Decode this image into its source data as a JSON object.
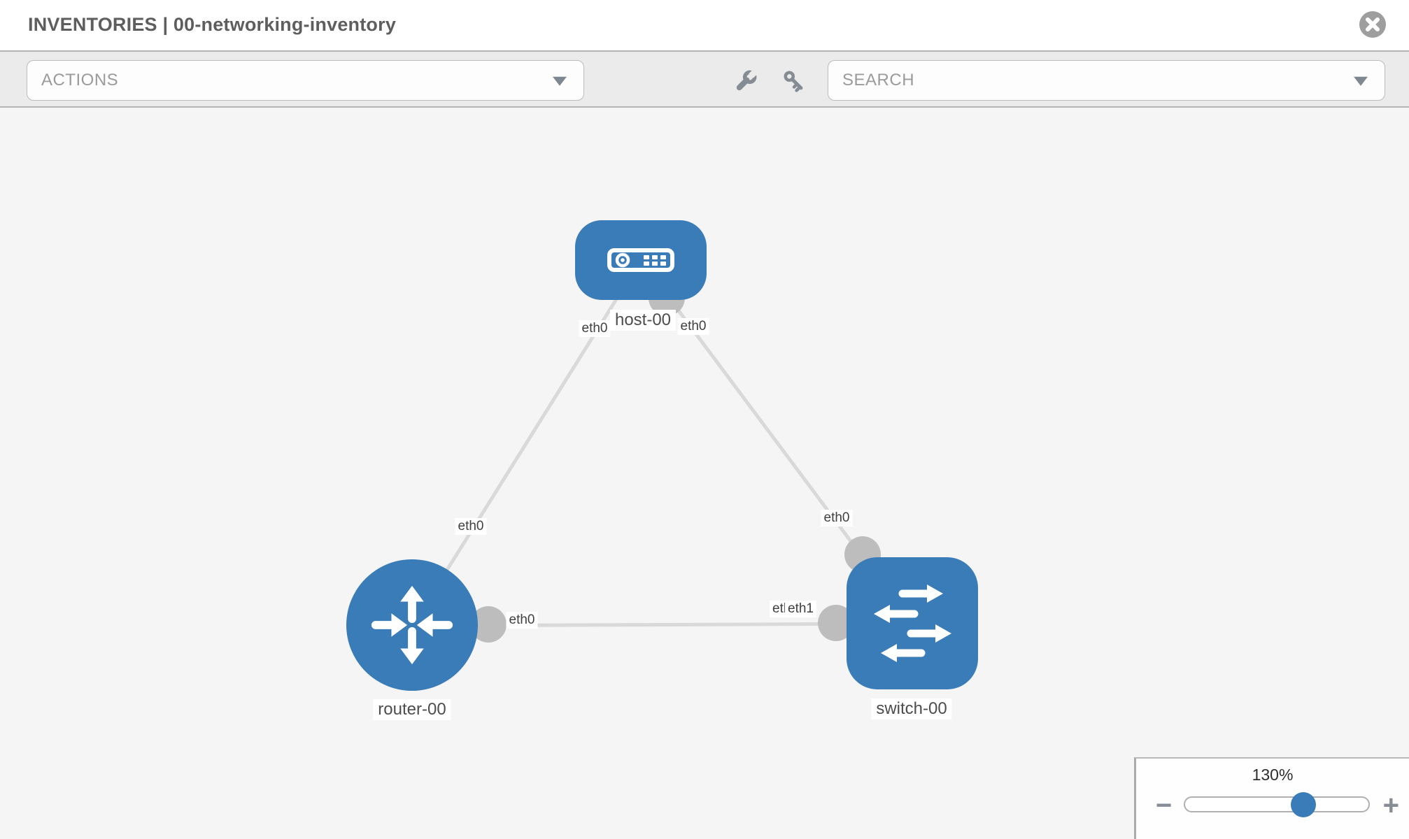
{
  "header": {
    "title": "INVENTORIES | 00-networking-inventory"
  },
  "toolbar": {
    "actions_label": "ACTIONS",
    "search_placeholder": "SEARCH"
  },
  "diagram": {
    "nodes": [
      {
        "id": "host-00",
        "label": "host-00",
        "type": "host",
        "shape": "rounded-rect"
      },
      {
        "id": "router-00",
        "label": "router-00",
        "type": "router",
        "shape": "circle"
      },
      {
        "id": "switch-00",
        "label": "switch-00",
        "type": "switch",
        "shape": "rounded-square"
      }
    ],
    "links": [
      {
        "from": "host-00",
        "to": "router-00",
        "from_interface": "eth0",
        "to_interface": "eth0"
      },
      {
        "from": "host-00",
        "to": "switch-00",
        "from_interface": "eth0",
        "to_interface": "eth0"
      },
      {
        "from": "router-00",
        "to": "switch-00",
        "from_interface": "eth0",
        "to_interface": "eth1"
      }
    ],
    "interface_labels": {
      "host_left": "eth0",
      "host_right": "eth0",
      "router_link_mid": "eth0",
      "router_right": "eth0",
      "switch_left_back": "eth1",
      "switch_left_front": "eth1",
      "switch_top": "eth0"
    }
  },
  "zoom_control": {
    "level": "130%",
    "minus_label": "−",
    "plus_label": "+"
  },
  "colors": {
    "node_blue": "#3a7cb8",
    "link_gray": "#d9d9d9",
    "connector_gray": "#bdbdbd",
    "toolbar_gray": "#ebebeb",
    "canvas_gray": "#f5f5f5"
  }
}
